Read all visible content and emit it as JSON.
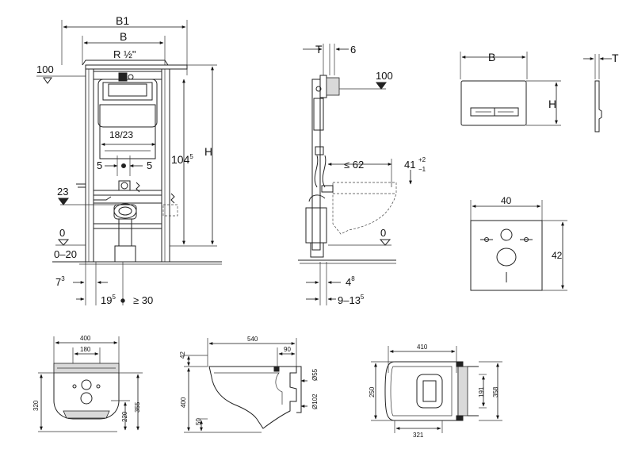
{
  "frame": {
    "b1": "B1",
    "b": "B",
    "r_half": "R ½\"",
    "level_100": "100",
    "h": "H",
    "dim_104_main": "104",
    "dim_104_sup": "5",
    "dim_18_23": "18/23",
    "dim_5_left": "5",
    "dim_5_right": "5",
    "level_23": "23",
    "level_0": "0",
    "dim_0_20": "0–20",
    "dim_7_main": "7",
    "dim_7_sup": "3",
    "dim_19_main": "19",
    "dim_19_sup": "5",
    "dim_30": "≥ 30"
  },
  "side": {
    "t": "T",
    "six": "6",
    "level_100": "100",
    "dim_62": "≤ 62",
    "dim_41_main": "41",
    "dim_41_plus": "+2",
    "dim_41_minus": "−1",
    "level_0": "0",
    "dim_4_main": "4",
    "dim_4_sup": "8",
    "dim_9_13_main": "9–13",
    "dim_9_13_sup": "5"
  },
  "plate": {
    "b": "B",
    "h": "H",
    "t": "T"
  },
  "tile": {
    "w": "40",
    "h": "42"
  },
  "bowl_front": {
    "w400": "400",
    "w180": "180",
    "h320": "320",
    "h355": "355",
    "h220": "220"
  },
  "bowl_side": {
    "w540": "540",
    "w90": "90",
    "h42": "42",
    "h400": "400",
    "h50": "50",
    "d55": "Ø55",
    "d102": "Ø102"
  },
  "bowl_top": {
    "w410": "410",
    "w321": "321",
    "h250": "250",
    "h191": "191",
    "h358": "358"
  }
}
